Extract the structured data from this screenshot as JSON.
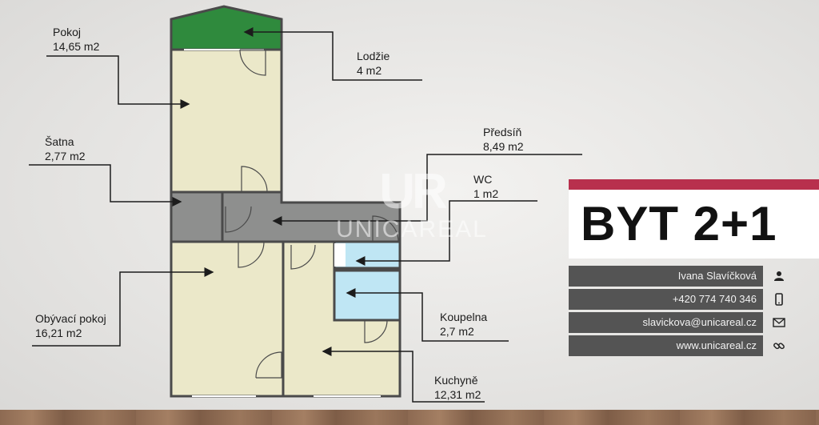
{
  "rooms": {
    "pokoj": {
      "name": "Pokoj",
      "area": "14,65 m2"
    },
    "lodzie": {
      "name": "Lodžie",
      "area": "4 m2"
    },
    "satna": {
      "name": "Šatna",
      "area": "2,77 m2"
    },
    "predsin": {
      "name": "Předsíň",
      "area": "8,49 m2"
    },
    "wc": {
      "name": "WC",
      "area": "1 m2"
    },
    "obyvaci": {
      "name": "Obývací pokoj",
      "area": "16,21 m2"
    },
    "koupelna": {
      "name": "Koupelna",
      "area": "2,7 m2"
    },
    "kuchyne": {
      "name": "Kuchyně",
      "area": "12,31 m2"
    }
  },
  "watermark": {
    "mark": "UR",
    "text": "UNICAREAL"
  },
  "title": "BYT 2+1",
  "contacts": {
    "name": "Ivana Slavíčková",
    "phone": "+420 774 740 346",
    "email": "slavickova@unicareal.cz",
    "web": "www.unicareal.cz"
  },
  "icons": {
    "name": "person-icon",
    "phone": "phone-icon",
    "email": "envelope-icon",
    "web": "link-icon"
  },
  "colors": {
    "room": "#ebe8c9",
    "lodzie": "#2f8a3d",
    "corridor": "#8e8f8e",
    "bathroom": "#bfe6f4",
    "wall": "#4a4a4a",
    "accent": "#b8304d",
    "contact_bg": "#545454"
  }
}
